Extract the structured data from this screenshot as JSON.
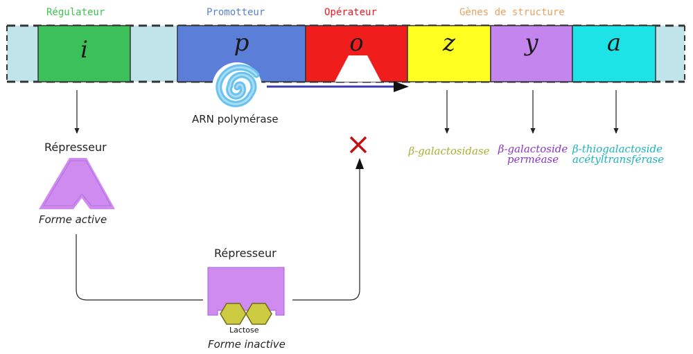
{
  "labels": {
    "regulateur": "Régulateur",
    "promotteur": "Promotteur",
    "operateur": "Opérateur",
    "genes_structure": "Gènes de structure"
  },
  "genes": {
    "i": "i",
    "p": "p",
    "o": "o",
    "z": "z",
    "y": "y",
    "a": "a"
  },
  "polymerase": "ARN polymérase",
  "repressor_active": {
    "title": "Répresseur",
    "state": "Forme active"
  },
  "repressor_inactive": {
    "title": "Répresseur",
    "ligand": "Lactose",
    "state": "Forme inactive"
  },
  "proteins": {
    "z_line1": "β-galactosidase",
    "y_line1": "β-galactoside",
    "y_line2": "perméase",
    "a_line1": "β-thiogalactoside",
    "a_line2": "acétyltransférase"
  },
  "colors": {
    "regulateur": "#3ec34f",
    "promotteur": "#5a7fd6",
    "operateur": "#f2181f",
    "genes_structure": "#e8a060",
    "gene_i": "#3cc05a",
    "gene_p": "#5b7fd8",
    "gene_o": "#f01d1d",
    "gene_z": "#ffff22",
    "gene_y": "#c485ee",
    "gene_a": "#1de3e6",
    "dna_background": "#c1e4ea",
    "repressor": "#cf8bef",
    "lactose": "#cdcb42",
    "protein_z": "#a8b030",
    "protein_y": "#8a35c8",
    "protein_a": "#1ab3bd"
  }
}
